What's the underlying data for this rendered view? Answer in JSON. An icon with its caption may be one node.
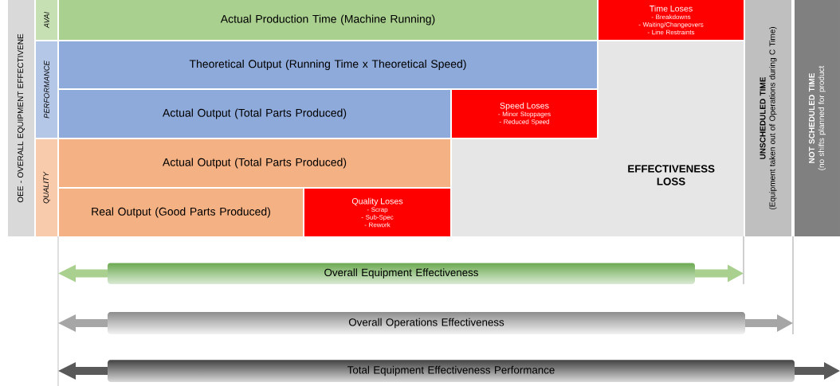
{
  "diagram": {
    "nodes": [
      {
        "text": [
          "OEE - OVERALL EQUIPMENT EFFECTIVENE"
        ]
      },
      {
        "text": [
          "AVAI"
        ]
      },
      {
        "text": [
          "Actual Production Time (Machine Running)"
        ]
      },
      {
        "text": [
          "Time Loses",
          "- Breakdowns",
          "- Waiting/Changeovers",
          "- Line Restraints"
        ]
      },
      {
        "text": [
          "PERFORMANCE"
        ]
      },
      {
        "text": [
          "Theoretical Output (Running Time x Theoretical Speed)"
        ]
      },
      {
        "text": [
          "Actual Output (Total Parts Produced)"
        ]
      },
      {
        "text": [
          "Speed Loses",
          "- Minor Stoppages",
          "- Reduced Speed"
        ]
      },
      {
        "text": [
          "QUALITY"
        ]
      },
      {
        "text": [
          "Actual Output (Total Parts Produced)"
        ]
      },
      {
        "text": [
          "Real Output (Good Parts Produced)"
        ]
      },
      {
        "text": [
          "Quality Loses",
          "- Scrap",
          "- Sub-Spec",
          "- Rework"
        ]
      },
      {
        "text": [
          "EFFECTIVENESS LOSS"
        ]
      },
      {
        "text": [
          "UNSCHEDULED TIME",
          "(Equipment taken out of Operations during C Time)"
        ]
      },
      {
        "text": [
          "NOT SCHEDULED TIME",
          "(no shifts planned for product"
        ]
      },
      {
        "text": [
          "Overall Equipment Effectiveness"
        ]
      },
      {
        "text": [
          "Overall Operations Effectiveness"
        ]
      },
      {
        "text": [
          "Total Equipment Effectiveness Performance"
        ]
      }
    ]
  }
}
